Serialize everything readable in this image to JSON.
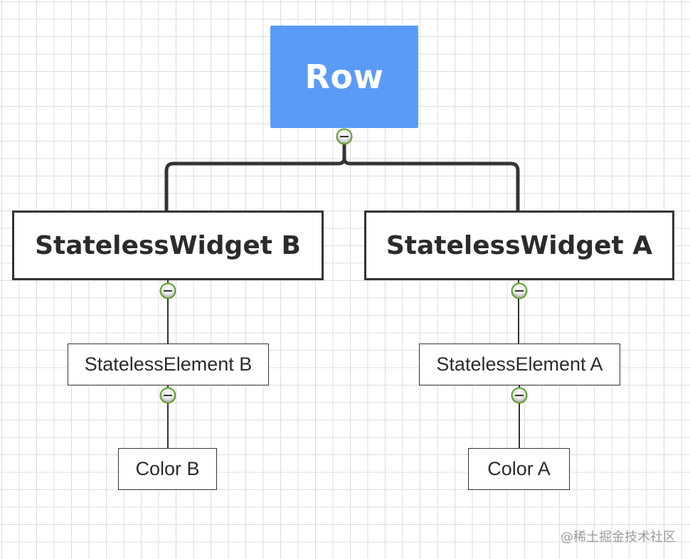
{
  "diagram": {
    "root": {
      "label": "Row"
    },
    "branches": [
      {
        "widget": "StatelessWidget B",
        "element": "StatelessElement B",
        "color": "Color B"
      },
      {
        "widget": "StatelessWidget A",
        "element": "StatelessElement A",
        "color": "Color A"
      }
    ],
    "collapse_icon": "minus-circle-icon"
  },
  "colors": {
    "root_fill": "#5b9bf8",
    "root_text": "#ffffff",
    "connector": "#333333",
    "grid": "#dcdcdc",
    "collapse_ring": "#5aa02c"
  },
  "watermark": "@稀土掘金技术社区"
}
